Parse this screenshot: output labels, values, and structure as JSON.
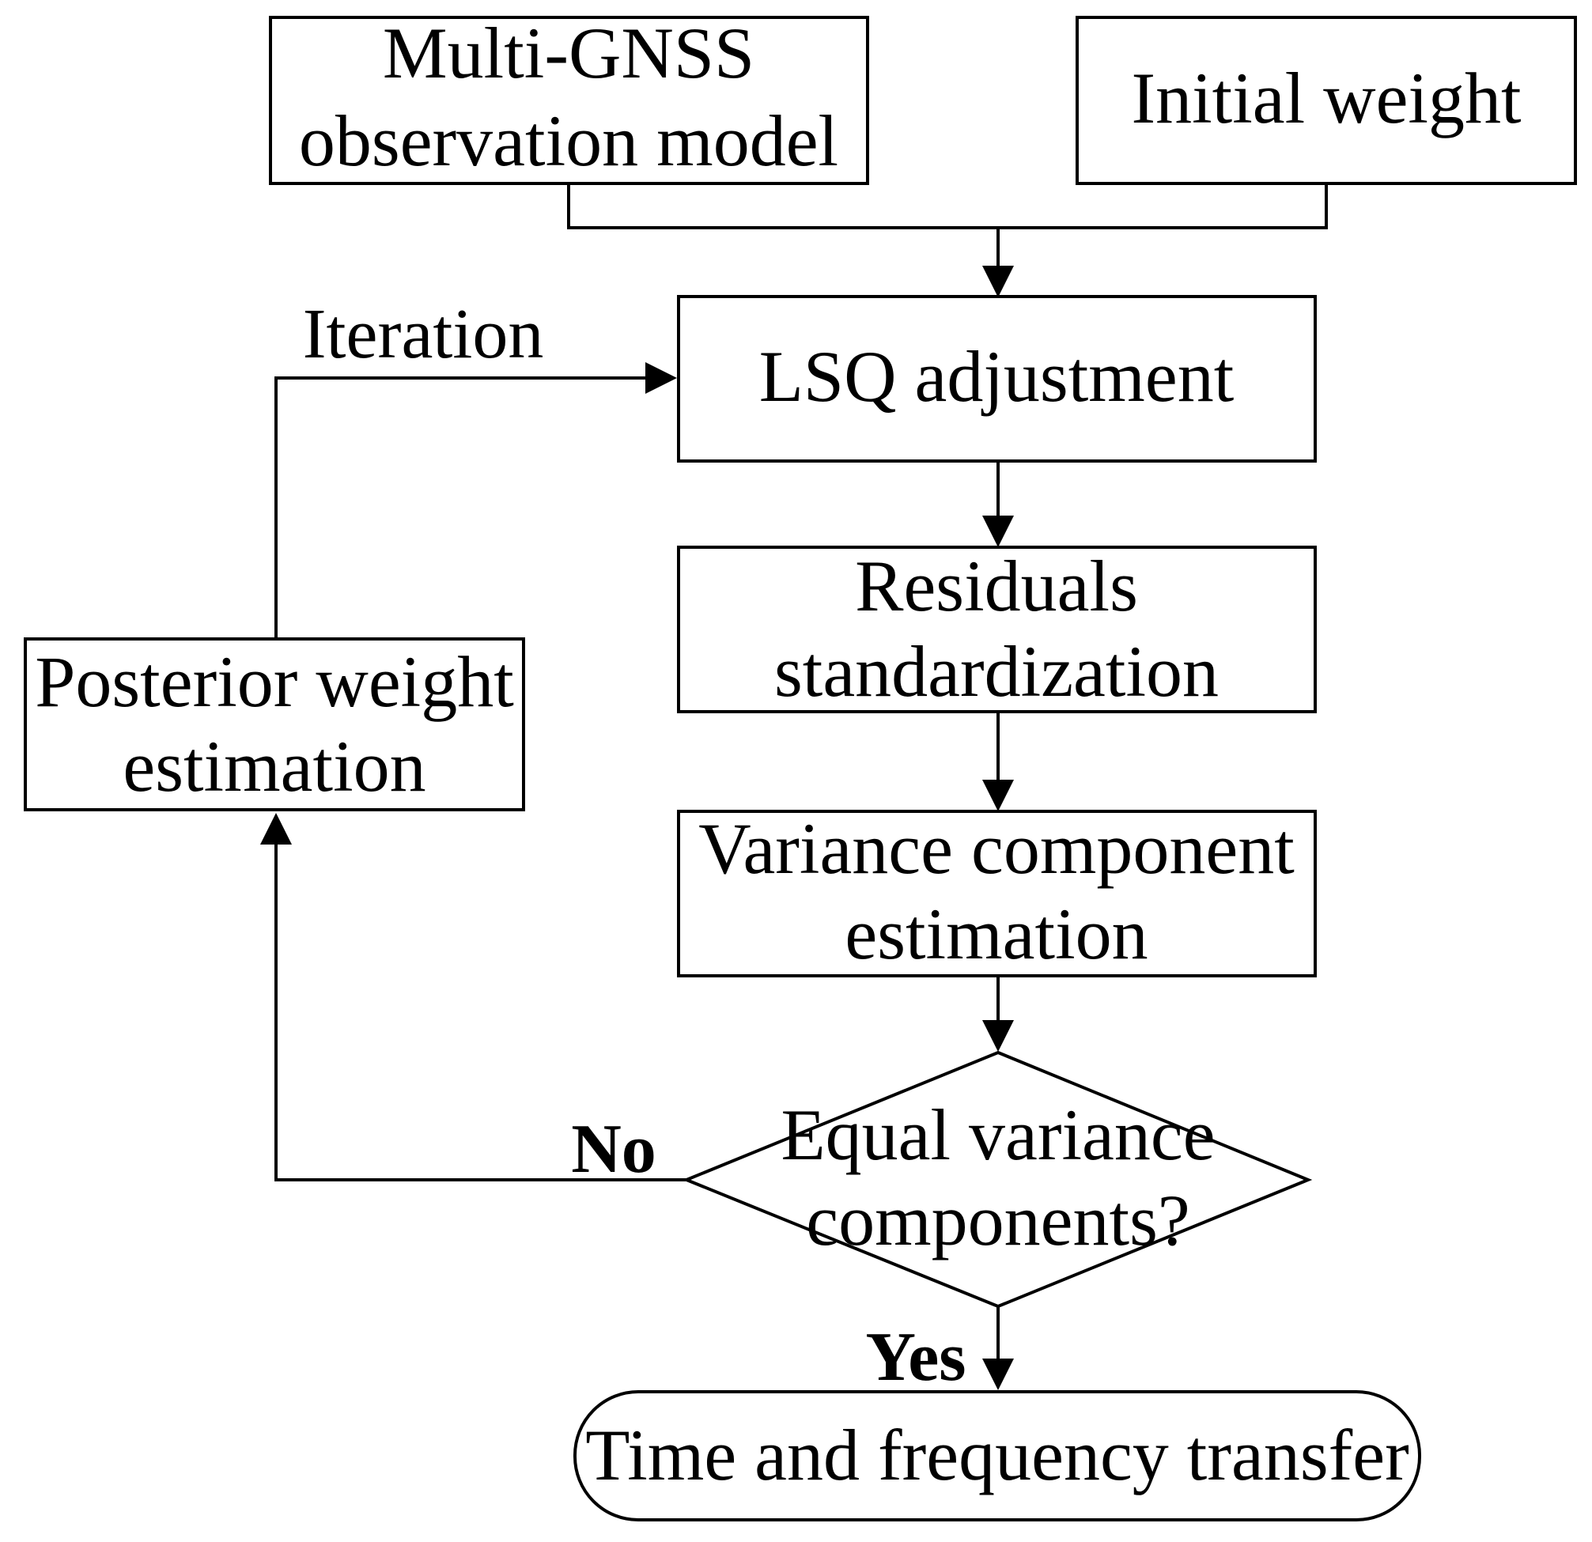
{
  "diagram": {
    "nodes": {
      "observation_model": {
        "line1": "Multi-GNSS",
        "line2": "observation model"
      },
      "initial_weight": {
        "label": "Initial weight"
      },
      "lsq_adjustment": {
        "label": "LSQ adjustment"
      },
      "residuals": {
        "line1": "Residuals",
        "line2": "standardization"
      },
      "variance_component": {
        "line1": "Variance component",
        "line2": "estimation"
      },
      "decision": {
        "line1": "Equal variance",
        "line2": "components?"
      },
      "posterior_weight": {
        "line1": "Posterior weight",
        "line2": "estimation"
      },
      "terminal": {
        "label": "Time and frequency transfer"
      }
    },
    "edge_labels": {
      "iteration": "Iteration",
      "no": "No",
      "yes": "Yes"
    }
  }
}
